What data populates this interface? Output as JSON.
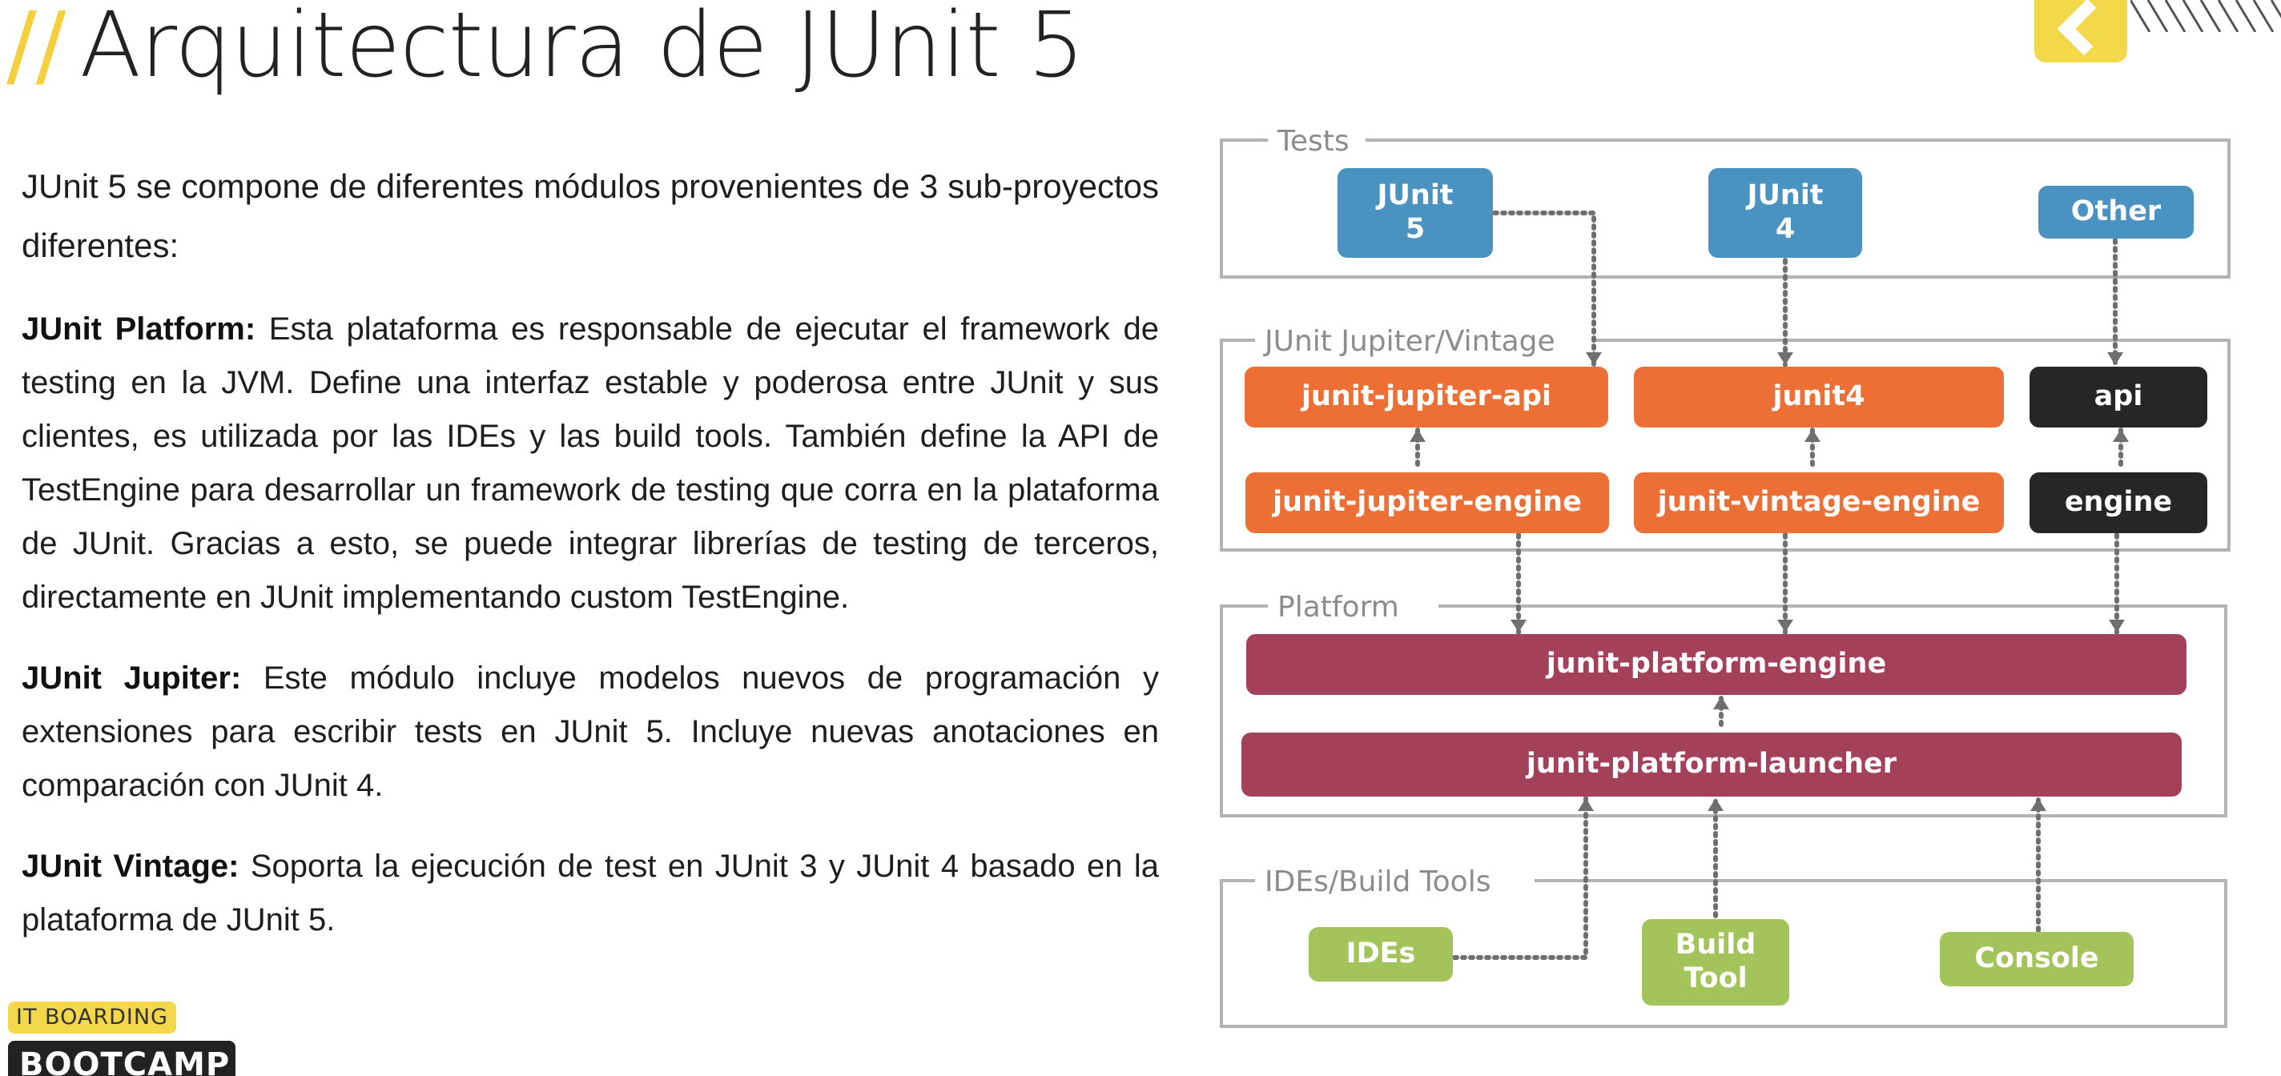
{
  "slide": {
    "title_mark": "//",
    "title": "Arquitectura de JUnit 5",
    "intro": "JUnit 5 se compone de diferentes módulos provenientes de 3 sub-proyectos diferentes:",
    "sections": [
      {
        "term": "JUnit Platform:",
        "text": " Esta plataforma es responsable de ejecutar el framework de testing en la JVM. Define una interfaz estable y poderosa entre JUnit y sus clientes, es utilizada por las IDEs y las build tools. También define la API de TestEngine para desarrollar un framework de testing que corra en la plataforma de JUnit. Gracias a esto, se puede integrar librerías de testing de terceros, directamente en JUnit implementando custom TestEngine."
      },
      {
        "term": "JUnit Jupiter:",
        "text": " Este módulo incluye modelos nuevos de programación y extensiones para escribir tests en JUnit 5. Incluye nuevas anotaciones en comparación con JUnit 4."
      },
      {
        "term": "JUnit Vintage:",
        "text": " Soporta la ejecución de test en JUnit 3 y JUnit 4  basado en la plataforma de JUnit 5."
      }
    ],
    "footer_badge": "IT BOARDING",
    "footer_brand": "BOOTCAMP"
  },
  "colors": {
    "accent": "#f4d84b",
    "blue": "#4a92bf",
    "orange": "#ec6f35",
    "dark": "#262626",
    "crimson": "#a3405a",
    "green": "#a3c45b",
    "frame": "#b3b3b3",
    "arrow": "#6f6f6f"
  },
  "diagram": {
    "groups": [
      {
        "id": "tests",
        "label": "Tests"
      },
      {
        "id": "jupiter",
        "label": "JUnit Jupiter/Vintage"
      },
      {
        "id": "platform",
        "label": "Platform"
      },
      {
        "id": "tools",
        "label": "IDEs/Build Tools"
      }
    ],
    "nodes": [
      {
        "id": "junit5",
        "label": [
          "JUnit",
          "5"
        ],
        "color": "blue"
      },
      {
        "id": "junit4",
        "label": [
          "JUnit",
          "4"
        ],
        "color": "blue"
      },
      {
        "id": "other",
        "label": [
          "Other"
        ],
        "color": "blue"
      },
      {
        "id": "jupiter_api",
        "label": [
          "junit-jupiter-api"
        ],
        "color": "orange"
      },
      {
        "id": "junit4_mod",
        "label": [
          "junit4"
        ],
        "color": "orange"
      },
      {
        "id": "api",
        "label": [
          "api"
        ],
        "color": "dark"
      },
      {
        "id": "jupiter_engine",
        "label": [
          "junit-jupiter-engine"
        ],
        "color": "orange"
      },
      {
        "id": "vintage_engine",
        "label": [
          "junit-vintage-engine"
        ],
        "color": "orange"
      },
      {
        "id": "engine",
        "label": [
          "engine"
        ],
        "color": "dark"
      },
      {
        "id": "platform_engine",
        "label": [
          "junit-platform-engine"
        ],
        "color": "crimson"
      },
      {
        "id": "platform_launcher",
        "label": [
          "junit-platform-launcher"
        ],
        "color": "crimson"
      },
      {
        "id": "ides",
        "label": [
          "IDEs"
        ],
        "color": "green"
      },
      {
        "id": "build_tool",
        "label": [
          "Build",
          "Tool"
        ],
        "color": "green"
      },
      {
        "id": "console",
        "label": [
          "Console"
        ],
        "color": "green"
      }
    ],
    "edges": [
      {
        "from": "junit5",
        "to": "jupiter_api"
      },
      {
        "from": "junit4",
        "to": "junit4_mod"
      },
      {
        "from": "other",
        "to": "api"
      },
      {
        "from": "jupiter_engine",
        "to": "jupiter_api"
      },
      {
        "from": "vintage_engine",
        "to": "junit4_mod"
      },
      {
        "from": "engine",
        "to": "api"
      },
      {
        "from": "jupiter_engine",
        "to": "platform_engine"
      },
      {
        "from": "vintage_engine",
        "to": "platform_engine"
      },
      {
        "from": "engine",
        "to": "platform_engine"
      },
      {
        "from": "platform_launcher",
        "to": "platform_engine"
      },
      {
        "from": "ides",
        "to": "platform_launcher"
      },
      {
        "from": "build_tool",
        "to": "platform_launcher"
      },
      {
        "from": "console",
        "to": "platform_launcher"
      }
    ]
  }
}
